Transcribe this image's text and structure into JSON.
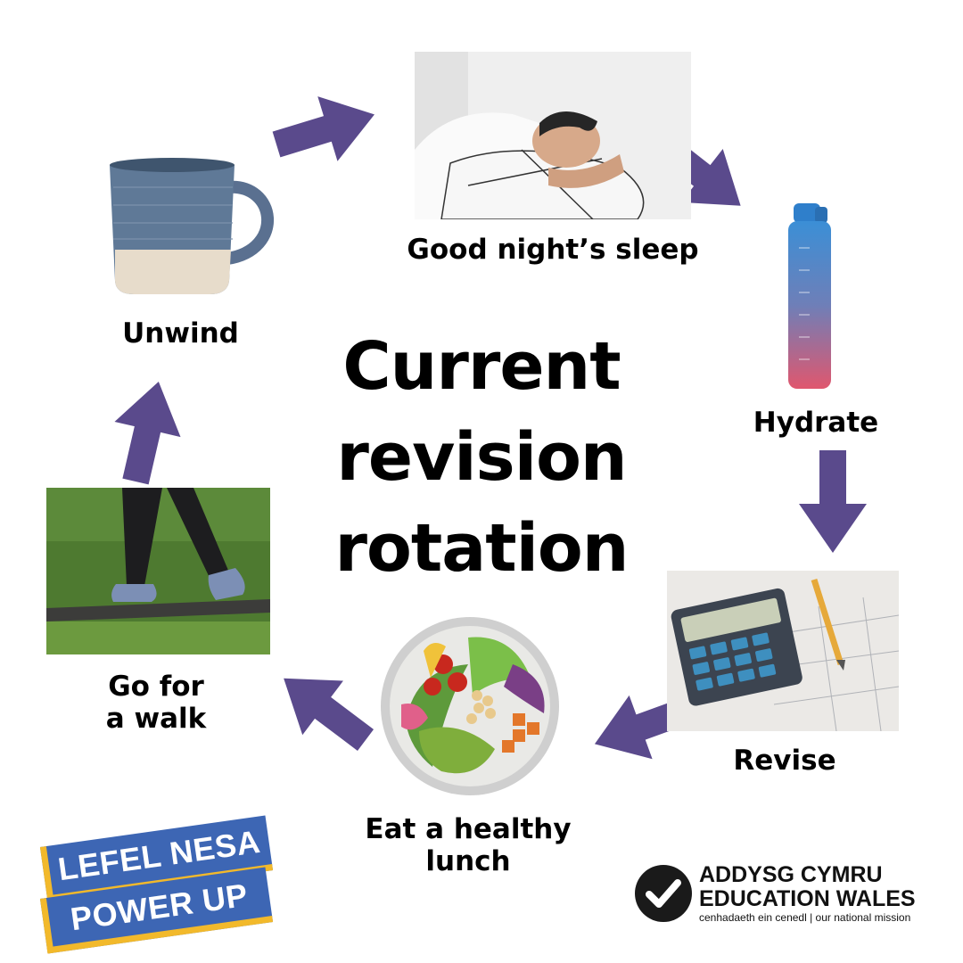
{
  "title": {
    "line1": "Current",
    "line2": "revision",
    "line3": "rotation"
  },
  "steps": {
    "sleep": "Good night’s sleep",
    "hydrate": "Hydrate",
    "revise": "Revise",
    "lunch_line1": "Eat a healthy",
    "lunch_line2": "lunch",
    "walk_line1": "Go for",
    "walk_line2": "a walk",
    "unwind": "Unwind"
  },
  "logos": {
    "lefel_nesa": "LEFEL NESA",
    "power_up": "POWER UP",
    "ew_line1": "ADDYSG CYMRU",
    "ew_line2": "EDUCATION WALES",
    "ew_tagline": "cenhadaeth ein cenedl | our national mission"
  },
  "colors": {
    "arrow": "#5a4a8c",
    "banner_blue": "#3d66b4",
    "banner_gold": "#f2b92b"
  }
}
